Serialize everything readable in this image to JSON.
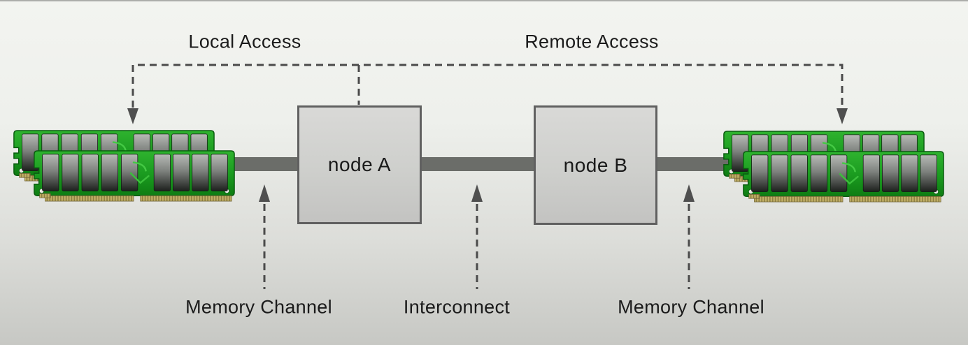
{
  "figure": {
    "type": "diagram",
    "topic": "NUMA two-node memory access",
    "labels": {
      "local_access": "Local Access",
      "remote_access": "Remote Access",
      "memory_channel_left": "Memory Channel",
      "interconnect": "Interconnect",
      "memory_channel_right": "Memory Channel"
    },
    "nodes": [
      {
        "id": "node-a",
        "label": "node A"
      },
      {
        "id": "node-b",
        "label": "node B"
      }
    ],
    "memory_modules": {
      "left_dimm_count": 2,
      "right_dimm_count": 2
    },
    "colors": {
      "background_top": "#f3f4f0",
      "background_bottom": "#c7c8c4",
      "bus_bar": "#6b6d69",
      "dashed_line": "#4a4a4a",
      "node_fill": "#cecfcc",
      "node_border": "#606060",
      "pcb_green": "#1f9e24",
      "chip_gray_top": "#b4b8b4",
      "chip_gray_bottom": "#1d201d",
      "contact_gold": "#c3b168",
      "text": "#1b1b1b"
    }
  }
}
